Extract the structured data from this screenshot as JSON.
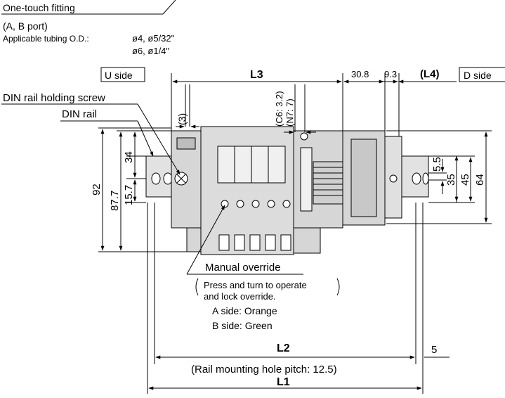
{
  "callouts": {
    "fitting_title": "One-touch fitting",
    "fitting_port": "(A, B port)",
    "tubing_prefix": "Applicable tubing O.D.:",
    "tubing_line1": "ø4, ø5/32\"",
    "tubing_line2": "ø6, ø1/4\"",
    "din_rail_screw": "DIN rail holding screw",
    "din_rail": "DIN rail",
    "manual_override": "Manual override",
    "override_note_1": "Press and turn to operate",
    "override_note_2": "and lock override.",
    "a_side": "A side: Orange",
    "b_side": "B side: Green"
  },
  "side_labels": {
    "u_side": "U side",
    "d_side": "D side"
  },
  "dimensions": {
    "l3": "L3",
    "d30_8": "30.8",
    "d9_3": "9.3",
    "l4": "(L4)",
    "d3": "(3)",
    "c6": "(C6: 3.2)",
    "n7": "(N7: 7)",
    "d92": "92",
    "d87_7": "87.7",
    "d34": "34",
    "d15_7": "15.7",
    "d5_5": "5.5",
    "d35": "35",
    "d45": "45",
    "d64": "64",
    "l2": "L2",
    "d5": "5",
    "rail_pitch": "(Rail mounting hole pitch: 12.5)",
    "l1": "L1"
  },
  "colors": {
    "line": "#000000",
    "body": "#d6d6d6",
    "body_dark": "#a8a8a8",
    "background": "#ffffff"
  }
}
